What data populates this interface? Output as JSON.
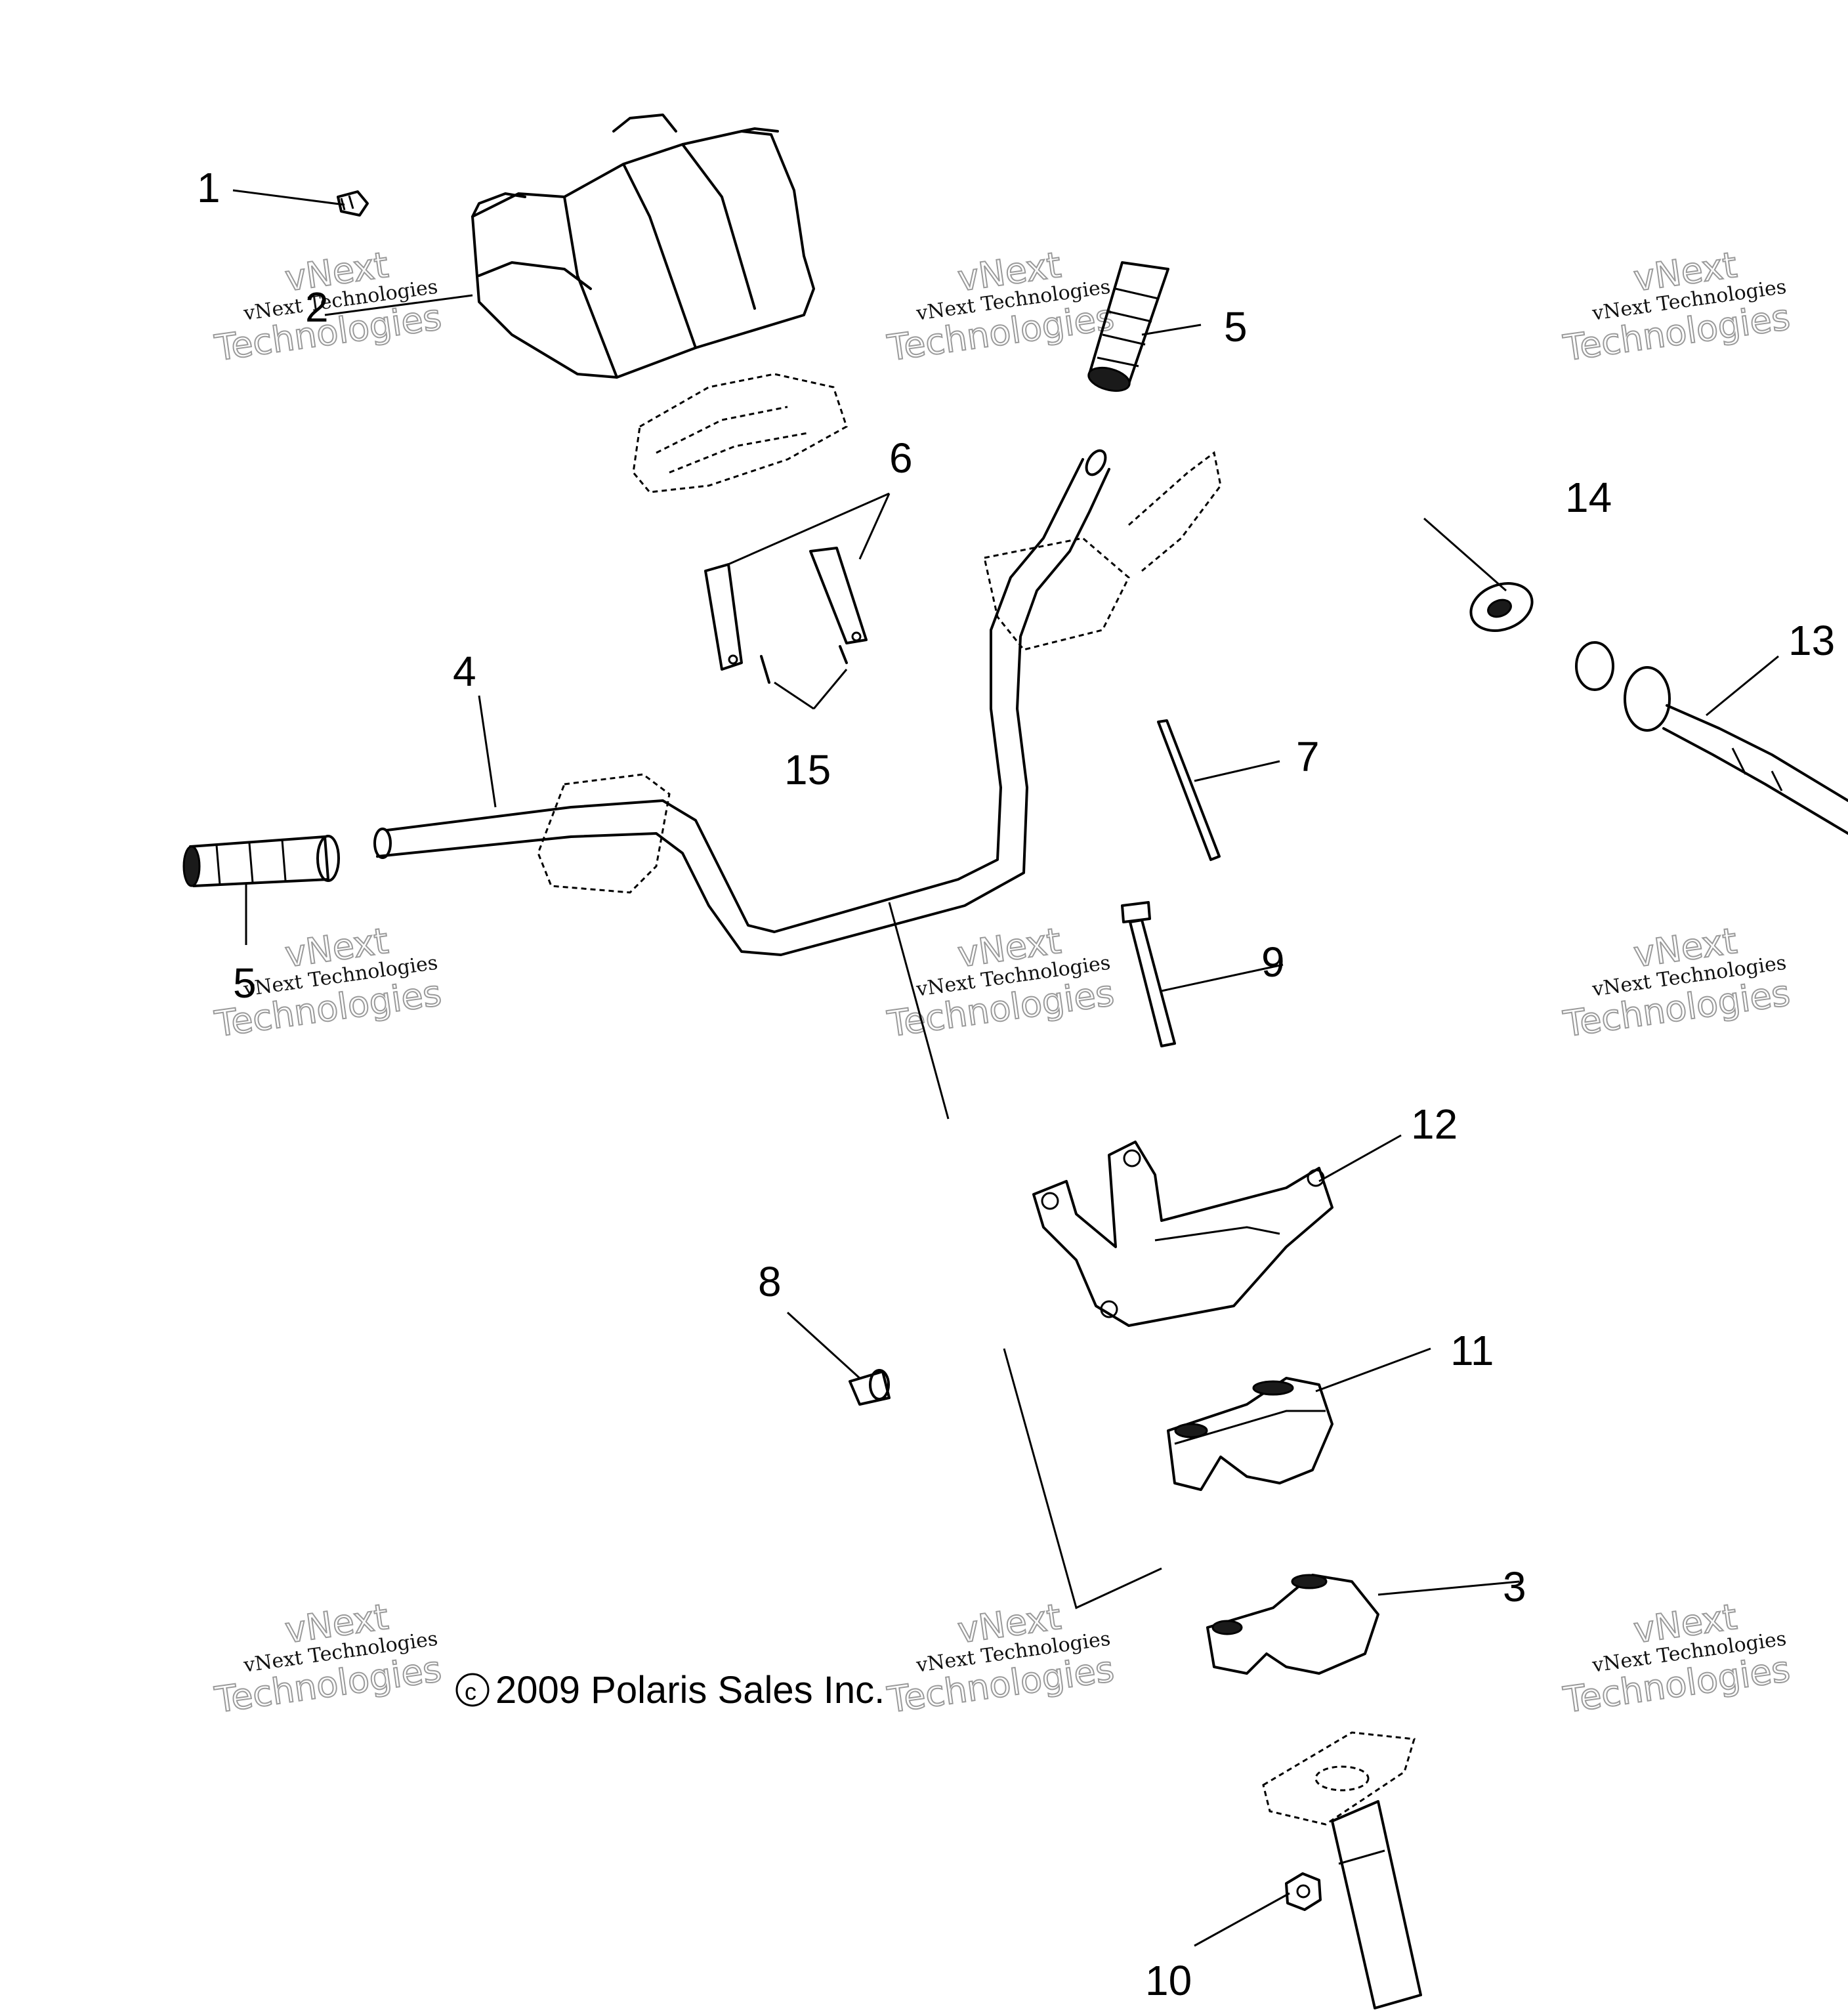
{
  "parts": [
    {
      "num": "1",
      "name": "screw"
    },
    {
      "num": "2",
      "name": "handlebar cover"
    },
    {
      "num": "3",
      "name": "lower clamp"
    },
    {
      "num": "4",
      "name": "handlebar"
    },
    {
      "num": "5",
      "name": "grip"
    },
    {
      "num": "6",
      "name": "bracket"
    },
    {
      "num": "7",
      "name": "cable tie"
    },
    {
      "num": "8",
      "name": "bolt"
    },
    {
      "num": "9",
      "name": "bolt"
    },
    {
      "num": "10",
      "name": "nut"
    },
    {
      "num": "11",
      "name": "upper clamp"
    },
    {
      "num": "12",
      "name": "mounting bracket"
    },
    {
      "num": "13",
      "name": "cable"
    },
    {
      "num": "14",
      "name": "grommet"
    },
    {
      "num": "15",
      "name": "pin"
    }
  ],
  "labels": {
    "l1": "1",
    "l2": "2",
    "l3": "3",
    "l4": "4",
    "l5a": "5",
    "l5b": "5",
    "l6": "6",
    "l7": "7",
    "l8": "8",
    "l9": "9",
    "l10": "10",
    "l11": "11",
    "l12": "12",
    "l13": "13",
    "l14": "14",
    "l15": "15"
  },
  "copyright": {
    "symbol": "c",
    "text": "2009  Polaris Sales Inc."
  },
  "watermark": {
    "line1": "vNext Technologies",
    "line2": "vNext",
    "line3": "Technologies"
  }
}
